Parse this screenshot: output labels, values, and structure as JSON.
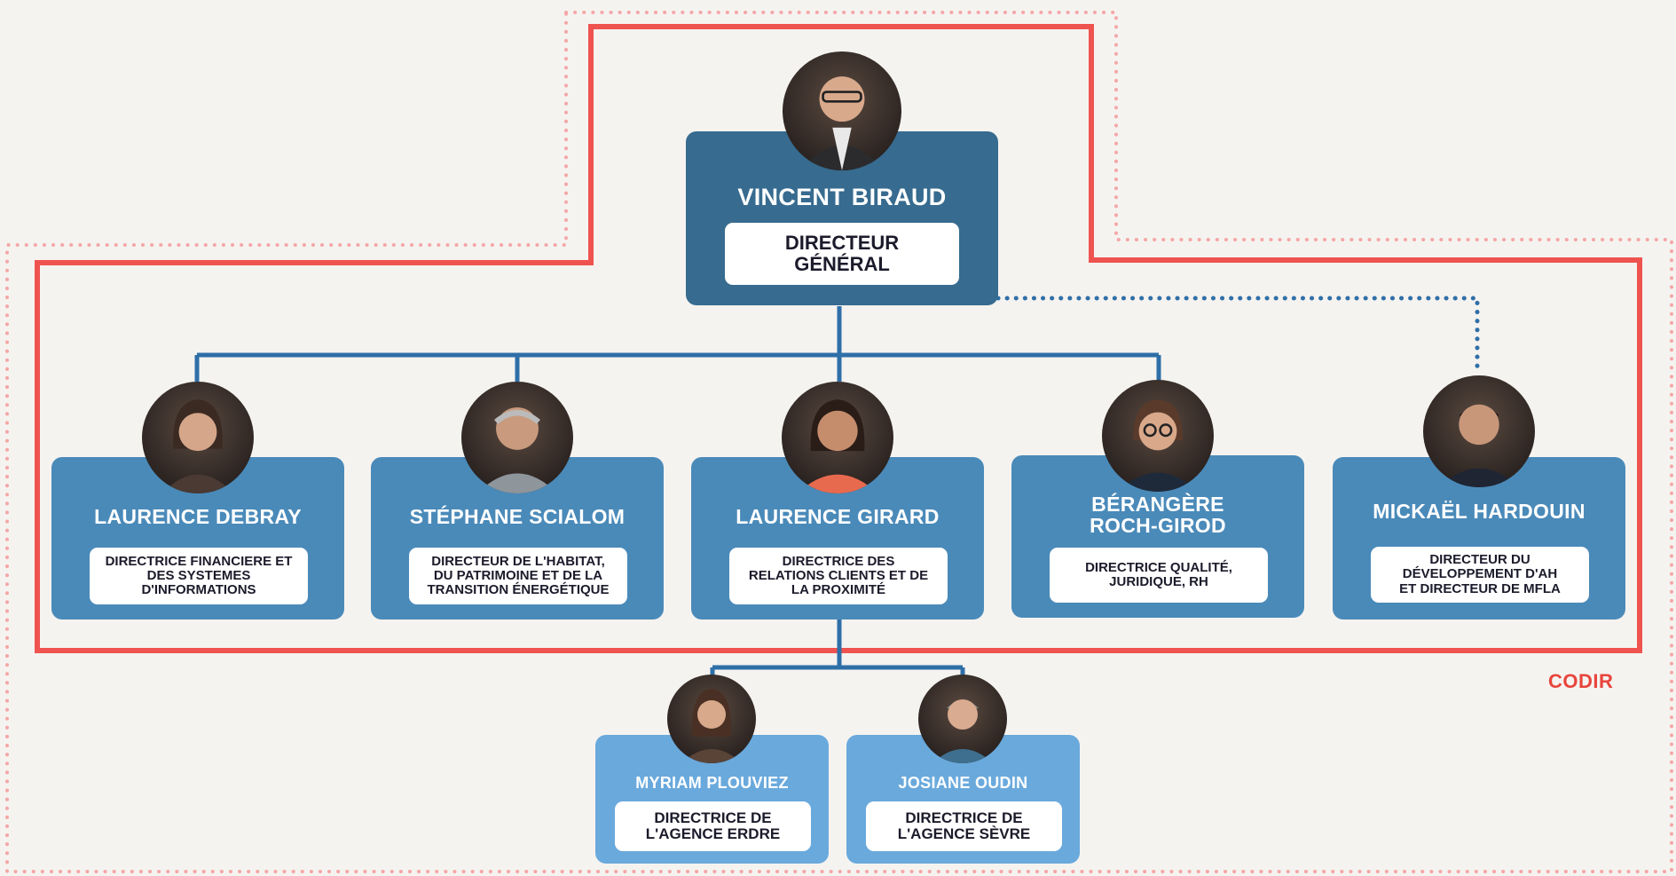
{
  "colors": {
    "background": "#f5f3f0",
    "dg_card": "#376b8f",
    "director_card": "#4a8ab9",
    "agency_card": "#6aa9dc",
    "connector": "#2f6fa8",
    "codir_outline": "#ef5350",
    "outer_dotted": "#f4a7a7"
  },
  "codir": {
    "label": "CODIR"
  },
  "dg": {
    "name": "VINCENT BIRAUD",
    "title": "DIRECTEUR\nGÉNÉRAL"
  },
  "directors": [
    {
      "name": "LAURENCE DEBRAY",
      "title": "DIRECTRICE FINANCIERE ET\nDES SYSTEMES\nD'INFORMATIONS"
    },
    {
      "name": "STÉPHANE SCIALOM",
      "title": "DIRECTEUR DE L'HABITAT,\nDU PATRIMOINE ET DE LA\nTRANSITION ÉNERGÉTIQUE"
    },
    {
      "name": "LAURENCE GIRARD",
      "title": "DIRECTRICE DES\nRELATIONS CLIENTS ET DE\nLA PROXIMITÉ"
    },
    {
      "name": "BÉRANGÈRE\nROCH-GIROD",
      "title": "DIRECTRICE QUALITÉ,\nJURIDIQUE, RH"
    },
    {
      "name": "MICKAËL HARDOUIN",
      "title": "DIRECTEUR DU\nDÉVELOPPEMENT D'AH\nET DIRECTEUR DE MFLA"
    }
  ],
  "agencies": [
    {
      "name": "MYRIAM PLOUVIEZ",
      "title": "DIRECTRICE DE\nL'AGENCE ERDRE"
    },
    {
      "name": "JOSIANE OUDIN",
      "title": "DIRECTRICE DE\nL'AGENCE SÈVRE"
    }
  ]
}
